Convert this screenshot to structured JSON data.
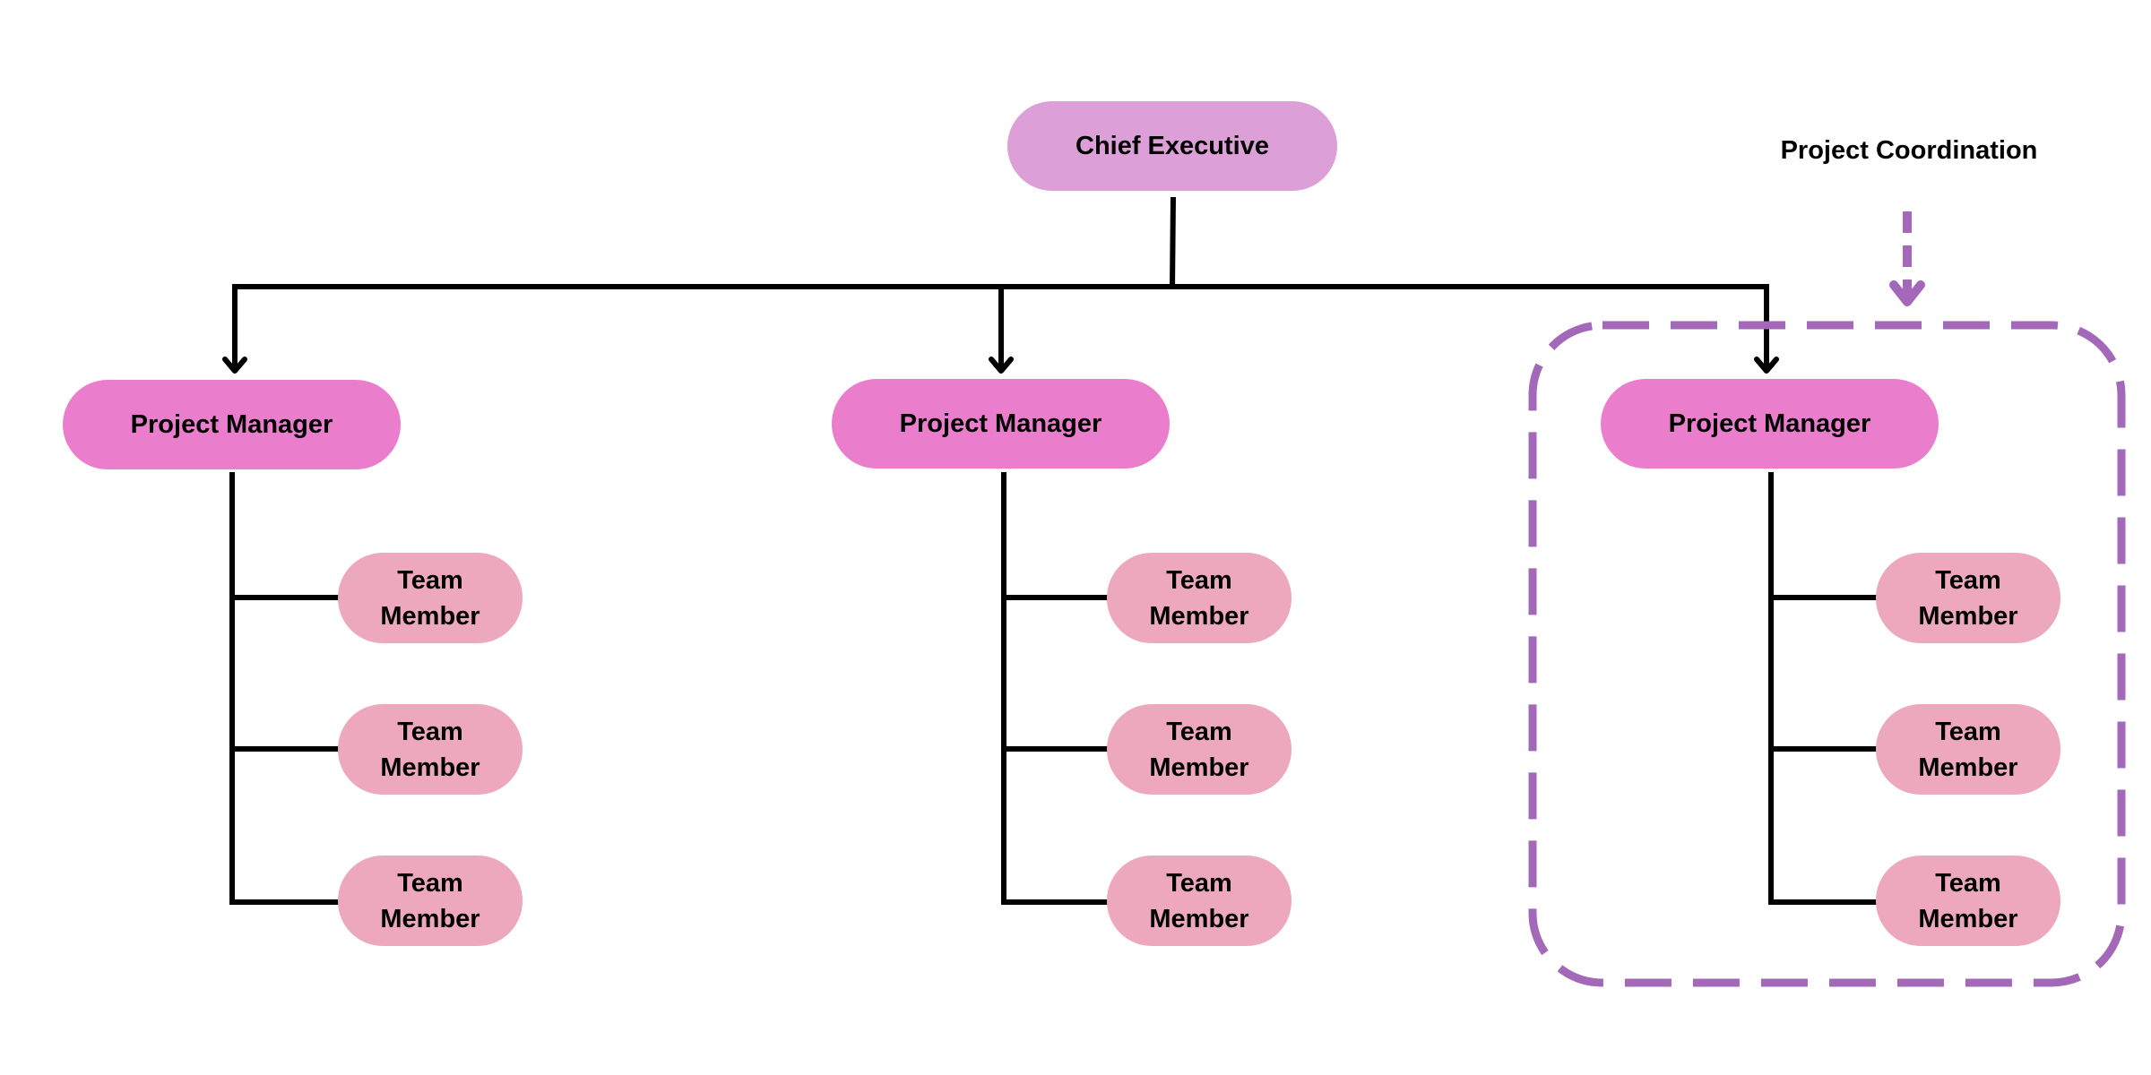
{
  "colors": {
    "ceo": "#dc9fd7",
    "project_manager": "#ea7ecd",
    "team_member": "#eea8be",
    "connector": "#000000",
    "coordination": "#a368b8"
  },
  "chief_executive": {
    "label": "Chief Executive"
  },
  "coordination": {
    "label": "Project Coordination"
  },
  "teams": [
    {
      "manager": "Project Manager",
      "members": [
        [
          "Team",
          "Member"
        ],
        [
          "Team",
          "Member"
        ],
        [
          "Team",
          "Member"
        ]
      ]
    },
    {
      "manager": "Project Manager",
      "members": [
        [
          "Team",
          "Member"
        ],
        [
          "Team",
          "Member"
        ],
        [
          "Team",
          "Member"
        ]
      ]
    },
    {
      "manager": "Project Manager",
      "members": [
        [
          "Team",
          "Member"
        ],
        [
          "Team",
          "Member"
        ],
        [
          "Team",
          "Member"
        ]
      ]
    }
  ]
}
